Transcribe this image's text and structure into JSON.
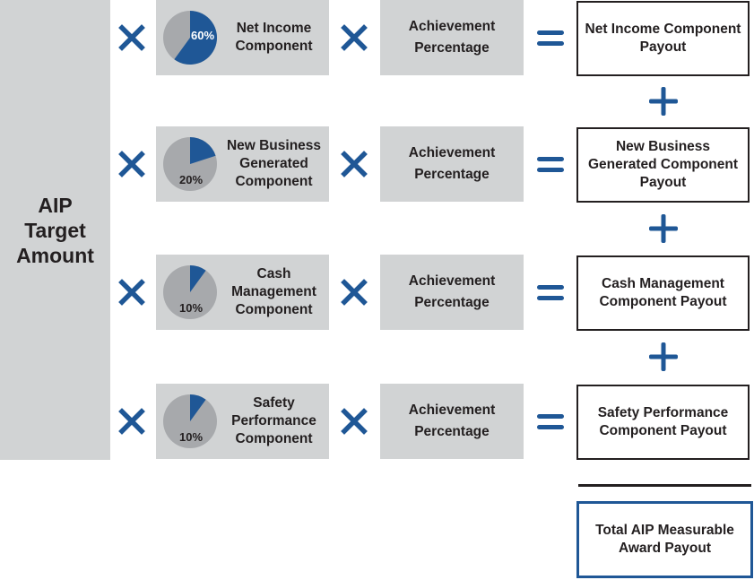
{
  "colors": {
    "accent": "#1f5796",
    "box_gray": "#d1d3d4",
    "pie_gray": "#a7a9ac",
    "text": "#231f20"
  },
  "target": {
    "label": "AIP Target Amount"
  },
  "operators": {
    "times_icon": "times-icon",
    "equals_icon": "equals-icon",
    "plus_icon": "plus-icon"
  },
  "rows": [
    {
      "component_label": "Net Income Component",
      "weight_label": "60%",
      "weight": 0.6,
      "achievement_label": "Achievement\nPercentage",
      "payout_label": "Net Income Component Payout"
    },
    {
      "component_label": "New Business Generated Component",
      "weight_label": "20%",
      "weight": 0.2,
      "achievement_label": "Achievement\nPercentage",
      "payout_label": "New Business Generated Component Payout"
    },
    {
      "component_label": "Cash Management Component",
      "weight_label": "10%",
      "weight": 0.1,
      "achievement_label": "Achievement\nPercentage",
      "payout_label": "Cash Management Component Payout"
    },
    {
      "component_label": "Safety Performance Component",
      "weight_label": "10%",
      "weight": 0.1,
      "achievement_label": "Achievement\nPercentage",
      "payout_label": "Safety Performance Component Payout"
    }
  ],
  "total": {
    "label": "Total AIP Measurable Award Payout"
  }
}
